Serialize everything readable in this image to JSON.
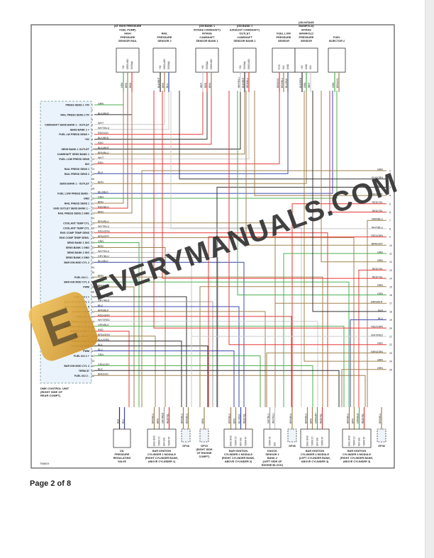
{
  "footer": {
    "page_label": "Page 2 of 8"
  },
  "diagram_code": "768819",
  "watermark": {
    "text": "EVERYMANUALS.COM",
    "logo_letter": "E"
  },
  "ecu": {
    "title_lines": [
      "DME CONTROL UNIT",
      "(RIGHT SIDE OF",
      "REAR COMPT)"
    ]
  },
  "colors": {
    "GRN": "#4caf50",
    "BRN": "#a0824f",
    "BLK": "#333333",
    "WHT": "#c8c8c8",
    "RED": "#e53935",
    "BLU": "#3949ab",
    "VIO": "#8e24aa",
    "GRY": "#9e9e9e",
    "YEL": "#e0c020"
  },
  "left_pins": [
    {
      "pin": "1",
      "wire": "GRN",
      "label": "PRESS SENS 1 +5V"
    },
    {
      "pin": "2",
      "wire": "",
      "label": ""
    },
    {
      "pin": "3",
      "wire": "BLK/WHT",
      "label": "RAIL PRESS SENS 2 5V"
    },
    {
      "pin": "4",
      "wire": "",
      "label": ""
    },
    {
      "pin": "5",
      "wire": "WHT",
      "label": "CAMSHAFT SENS BANK 1 - OUTLET"
    },
    {
      "pin": "6",
      "wire": "WHT/BLU",
      "label": "SENS BANK 1 +"
    },
    {
      "pin": "7",
      "wire": "RED/VIO",
      "label": "FUEL LW PRESS SENS +"
    },
    {
      "pin": "8",
      "wire": "BLK/RED",
      "label": "+5V"
    },
    {
      "pin": "9",
      "wire": "RED",
      "label": ""
    },
    {
      "pin": "10",
      "wire": "BLK/WHT",
      "label": "SENS BANK 1 OUTLET"
    },
    {
      "pin": "11",
      "wire": "BRN/BLU",
      "label": "CAMSHAFT SENS BANK 1"
    },
    {
      "pin": "12",
      "wire": "WHT",
      "label": "FUEL LOW PRESS SENS"
    },
    {
      "pin": "13",
      "wire": "RED",
      "label": "SIG"
    },
    {
      "pin": "14",
      "wire": "",
      "label": "RAIL PRESS SENS 1"
    },
    {
      "pin": "15",
      "wire": "BLU",
      "label": "RAIL PRESS SENS 2"
    },
    {
      "pin": "16",
      "wire": "",
      "label": ""
    },
    {
      "pin": "17",
      "wire": "BRN",
      "label": "SENS BANK 1 - OUTLET"
    },
    {
      "pin": "18",
      "wire": "",
      "label": ""
    },
    {
      "pin": "19",
      "wire": "BLU/BLK",
      "label": "FUEL LOW PRESS SENS -"
    },
    {
      "pin": "20",
      "wire": "GRN",
      "label": "GND"
    },
    {
      "pin": "21",
      "wire": "BRN",
      "label": "RAIL PRESS SENS 1"
    },
    {
      "pin": "22",
      "wire": "RED/BLU",
      "label": "GND OUTLET SENS BANK 1 -"
    },
    {
      "pin": "23",
      "wire": "BRN",
      "label": "RAIL PRESS SENS 2 GND"
    },
    {
      "pin": "24",
      "wire": "",
      "label": ""
    },
    {
      "pin": "25",
      "wire": "BRN/BLU",
      "label": "COOLANT TEMP CYL"
    },
    {
      "pin": "26",
      "wire": "WHT/BLU",
      "label": "COOLANT TEMP CYL"
    },
    {
      "pin": "27",
      "wire": "RED/GRN",
      "label": "ENG COMP TEMP SENS"
    },
    {
      "pin": "28",
      "wire": "BRN/GRY",
      "label": "ENG COMP TEMP SENS-"
    },
    {
      "pin": "29",
      "wire": "GRN",
      "label": "SENS BANK 1 SIG"
    },
    {
      "pin": "30",
      "wire": "BRN",
      "label": "SENS BANK 1 GND"
    },
    {
      "pin": "31",
      "wire": "WHT/BLU",
      "label": "SENS BANK 2 SIG"
    },
    {
      "pin": "32",
      "wire": "GRY/BLU",
      "label": "SENS BANK 2 GND"
    },
    {
      "pin": "33",
      "wire": "BLU/BLK",
      "label": "BAR IGN MOD CYL 2"
    },
    {
      "pin": "34",
      "wire": "",
      "label": ""
    },
    {
      "pin": "35",
      "wire": "",
      "label": ""
    },
    {
      "pin": "36",
      "wire": "BRN",
      "label": "FUEL INJ 1 -"
    },
    {
      "pin": "37",
      "wire": "GRN",
      "label": "BAR IGN MOD CYL 6"
    },
    {
      "pin": "38",
      "wire": "BRN/WHT",
      "label": "PWM"
    },
    {
      "pin": "39",
      "wire": "",
      "label": ""
    },
    {
      "pin": "40",
      "wire": "BLK",
      "label": "FUEL INJ 1 +"
    },
    {
      "pin": "41",
      "wire": "GRY/RED",
      "label": "BAR IGN MOD CYL 1"
    },
    {
      "pin": "42",
      "wire": "BLU",
      "label": "BAR IGN MOD CYL 5"
    },
    {
      "pin": "43",
      "wire": "BRN/BLK",
      "label": "WATER PUMP"
    },
    {
      "pin": "44",
      "wire": "RED/GRN",
      "label": "FUEL INJ 4"
    },
    {
      "pin": "45",
      "wire": "WHT/RED",
      "label": "TIMING FLAP 2"
    },
    {
      "pin": "46",
      "wire": "GRN/BLK",
      "label": "BAR IGN MOD CYL 3"
    },
    {
      "pin": "47",
      "wire": "RED",
      "label": "WATER PUMP +"
    },
    {
      "pin": "48",
      "wire": "BRN/GRN",
      "label": "FUEL INJ 4 -"
    },
    {
      "pin": "49",
      "wire": "BLK/GRN",
      "label": "TIMING FLAP 1"
    },
    {
      "pin": "50",
      "wire": "BLK",
      "label": "SHUT-OFF VLV"
    },
    {
      "pin": "51",
      "wire": "BLU",
      "label": "PWM"
    },
    {
      "pin": "52",
      "wire": "GRN",
      "label": "FUEL INJ 2 +"
    },
    {
      "pin": "53",
      "wire": "",
      "label": ""
    },
    {
      "pin": "54",
      "wire": "GRN/GRY",
      "label": "BAR IGN MOD CYL 4"
    },
    {
      "pin": "55",
      "wire": "BLK",
      "label": "TERM 87"
    },
    {
      "pin": "56",
      "wire": "BRN/VIO",
      "label": "FUEL INJ 2 -"
    }
  ],
  "right_pins": [
    {
      "pin": "1",
      "wire": "BRN"
    },
    {
      "pin": "2",
      "wire": "BLK/GRN"
    },
    {
      "pin": "3",
      "wire": "BLK"
    },
    {
      "pin": "4",
      "wire": "BRN/WHT"
    },
    {
      "pin": "5",
      "wire": "RED/YEL"
    },
    {
      "pin": "6",
      "wire": "RED/YEL"
    },
    {
      "pin": "7",
      "wire": "BRN/BLU"
    },
    {
      "pin": "8",
      "wire": "WHT/BLU"
    },
    {
      "pin": "9",
      "wire": "RED/GRN"
    },
    {
      "pin": "10",
      "wire": "BRN/GRY"
    },
    {
      "pin": "11",
      "wire": "GRN"
    },
    {
      "pin": "12",
      "wire": "BRN"
    },
    {
      "pin": "13",
      "wire": "RED/YEL"
    },
    {
      "pin": "14",
      "wire": "RED/YEL"
    },
    {
      "pin": "15",
      "wire": "BRN"
    },
    {
      "pin": "16",
      "wire": "GRN"
    },
    {
      "pin": "17",
      "wire": "BRN/WHT"
    },
    {
      "pin": "18",
      "wire": "BLK"
    },
    {
      "pin": "19",
      "wire": "BLU"
    },
    {
      "pin": "20",
      "wire": "RED/GRN"
    },
    {
      "pin": "21",
      "wire": "WHT/RED"
    },
    {
      "pin": "22",
      "wire": "RED"
    },
    {
      "pin": "23",
      "wire": "BRN/GRN"
    },
    {
      "pin": "24",
      "wire": "BRN"
    },
    {
      "pin": "25",
      "wire": "BRN"
    }
  ],
  "top_components": [
    {
      "title": [
        "(AT HIGH PRESSURE",
        "FUEL PUMP)",
        "HIGH",
        "PRESSURE",
        "SENSOR RAIL"
      ],
      "pins": [
        "+5V",
        "GROUND",
        "SIGNAL"
      ],
      "wires": [
        "GRN",
        "BRN",
        "RED"
      ]
    },
    {
      "title": [
        "RAIL",
        "PRESSURE",
        "SENSOR 2"
      ],
      "pins": [
        "+5V",
        "GROUND",
        "SIGNAL"
      ],
      "wires": [
        "BLK/WHT",
        "BRN",
        "BLU"
      ]
    },
    {
      "title": [
        "(ON BANK 1",
        "INTAKE CAMSHAFT)",
        "INTAKE",
        "CAMSHAFT",
        "SENSOR BANK 1"
      ],
      "pins": [
        "+5V",
        "SIGNAL",
        "GROUND"
      ],
      "wires": [
        "WHT",
        "RED",
        "BRN"
      ]
    },
    {
      "title": [
        "(ON BANK 1",
        "EXHAUST CAMSHAFT)",
        "OUTLET",
        "CAMSHAFT",
        "SENSOR BANK 1"
      ],
      "pins": [
        "+5V",
        "SIGNAL",
        "GROUND"
      ],
      "wires": [
        "WHT/BLU",
        "BLK/WHT",
        "RED/BLU"
      ]
    },
    {
      "title": [
        "FUEL LOW",
        "PRESSURE",
        "SENSOR"
      ],
      "pins": [
        "POS",
        "SIG",
        "GND"
      ],
      "wires": [
        "RED/VIO",
        "BRN/BLU",
        "BLU/BLK"
      ]
    },
    {
      "title": [
        "(ON INTAKE",
        "MANIFOLD)",
        "INTAKE",
        "MANIFOLD",
        "PRESSURE",
        "SENSOR"
      ],
      "pins": [
        "+5V",
        "GND",
        "SIG"
      ],
      "wires": [
        "BLK/RED",
        "GRN",
        "WHT"
      ]
    },
    {
      "title": [
        "FUEL",
        "INJECTOR 2"
      ],
      "pins": [
        "",
        ""
      ],
      "wires": [
        "GRN",
        "BRN/VIO"
      ]
    }
  ],
  "bottom_components": [
    {
      "title": [
        "OIL",
        "PRESSURE",
        "REGULATING",
        "VALVE"
      ],
      "pins": [
        "",
        ""
      ],
      "wires": [
        "BLK",
        "BLU"
      ]
    },
    {
      "title": [
        "BAR IGNITION",
        "CYLINDER 1 MODULE",
        "(RIGHT CYLINDER BANK,",
        "ABOVE CYLINDER 1)"
      ],
      "pins": [
        "ENG GND",
        "TERM 15",
        "IGN SIG",
        "TERM 87"
      ],
      "wires": [
        "BRN/BLU",
        "BRN",
        "GRY/RED",
        "RED/YEL"
      ]
    },
    {
      "title": [
        "GP46"
      ],
      "pins": [],
      "wires": [
        "BRN/BLU",
        "BRN/BLU"
      ]
    },
    {
      "title": [
        "GP15",
        "(RIGHT SIDE",
        "OF ENGINE",
        "COMPT)"
      ],
      "pins": [],
      "wires": [
        "BRN"
      ]
    },
    {
      "title": [
        "BAR IGNITION",
        "CYLINDER 2 MODULE",
        "(RIGHT CYLINDER BANK,",
        "ABOVE CYLINDER 2)"
      ],
      "pins": [
        "ENG GND",
        "TERM 15",
        "IGN SIG",
        "TERM 87"
      ],
      "wires": [
        "BRN/BLU",
        "BRN",
        "BLU/BLK",
        "RED/YEL"
      ]
    },
    {
      "title": [
        "KNOCK",
        "SENSOR 2",
        "BANK 2",
        "(LEFT SIDE OF",
        "ENGINE BLOCK)"
      ],
      "pins": [
        "TERM 31",
        "SIG"
      ],
      "wires": [
        "GRY/BLU",
        "WHT/BLU"
      ]
    },
    {
      "title": [
        "GP46"
      ],
      "pins": [],
      "wires": [
        "BRN/BLU"
      ]
    },
    {
      "title": [
        "BAR IGNITION",
        "CYLINDER 4 MODULE",
        "(LEFT CYLINDER BANK,",
        "ABOVE CYLINDER 4)"
      ],
      "pins": [
        "ENG GND",
        "TERM 15",
        "IGN SIG",
        "TERM 87"
      ],
      "wires": [
        "BRN/BLU",
        "BRN",
        "GRN/GRY",
        "RED/YEL"
      ]
    },
    {
      "title": [
        "BAR IGNITION",
        "CYLINDER 3 MODULE",
        "(RIGHT CYLINDER BANK,",
        "ABOVE CYLINDER 3)"
      ],
      "pins": [
        "ENG GND",
        "TERM 15",
        "IGN SIG",
        "TERM 87"
      ],
      "wires": [
        "BRN/BLU",
        "BRN",
        "GRN/BLK",
        "RED/YEL"
      ]
    },
    {
      "title": [
        "GP46"
      ],
      "pins": [],
      "wires": [
        "BRN/BLU"
      ]
    }
  ]
}
